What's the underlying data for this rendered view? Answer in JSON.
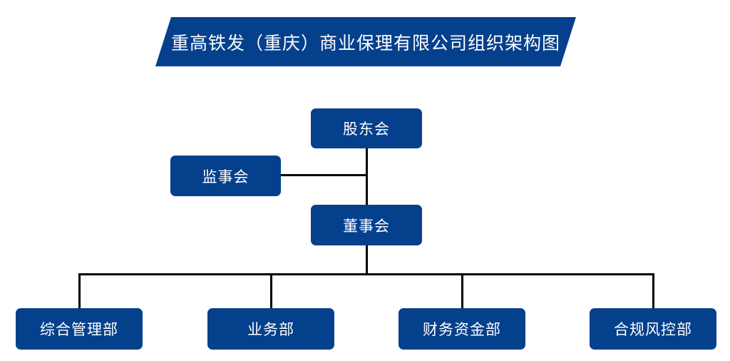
{
  "title": {
    "text": "重高铁发（重庆）商业保理有限公司组织架构图"
  },
  "theme": {
    "box_fill": "#05408C",
    "box_text": "#FFFFFF",
    "connector": "#000000",
    "background": "#FFFFFF"
  },
  "chart_data": {
    "type": "diagram",
    "diagram_type": "org-chart",
    "title": "重高铁发（重庆）商业保理有限公司组织架构图",
    "nodes": [
      {
        "id": "shareholders",
        "label": "股东会",
        "level": 0
      },
      {
        "id": "supervisors",
        "label": "监事会",
        "level": 1
      },
      {
        "id": "directors",
        "label": "董事会",
        "level": 1
      },
      {
        "id": "dept-admin",
        "label": "综合管理部",
        "level": 2
      },
      {
        "id": "dept-business",
        "label": "业务部",
        "level": 2
      },
      {
        "id": "dept-finance",
        "label": "财务资金部",
        "level": 2
      },
      {
        "id": "dept-risk",
        "label": "合规风控部",
        "level": 2
      }
    ],
    "edges": [
      {
        "from": "shareholders",
        "to": "directors"
      },
      {
        "from": "shareholders",
        "to": "supervisors"
      },
      {
        "from": "directors",
        "to": "dept-admin"
      },
      {
        "from": "directors",
        "to": "dept-business"
      },
      {
        "from": "directors",
        "to": "dept-finance"
      },
      {
        "from": "directors",
        "to": "dept-risk"
      }
    ]
  },
  "nodes": {
    "shareholders": "股东会",
    "supervisors": "监事会",
    "directors": "董事会",
    "departments": [
      "综合管理部",
      "业务部",
      "财务资金部",
      "合规风控部"
    ]
  }
}
